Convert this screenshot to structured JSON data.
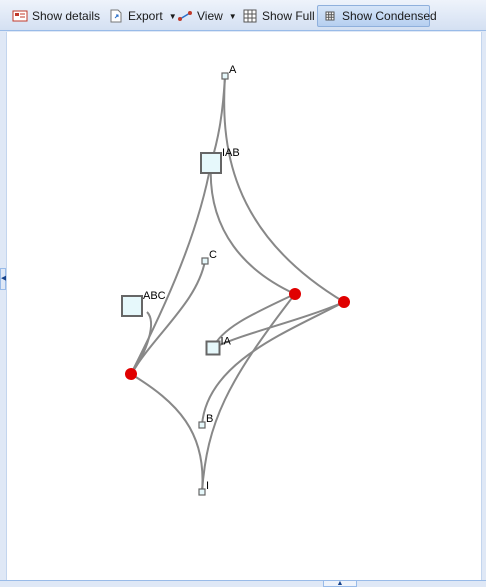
{
  "toolbar": {
    "show_details": "Show details",
    "export": "Export",
    "view": "View",
    "show_full": "Show Full",
    "show_condensed": "Show Condensed"
  },
  "graph": {
    "nodes": [
      {
        "id": "A",
        "label": "A",
        "kind": "small"
      },
      {
        "id": "IAB",
        "label": "IAB",
        "kind": "large"
      },
      {
        "id": "C",
        "label": "C",
        "kind": "small"
      },
      {
        "id": "ABC",
        "label": "ABC",
        "kind": "large"
      },
      {
        "id": "IA",
        "label": "IA",
        "kind": "medium"
      },
      {
        "id": "B",
        "label": "B",
        "kind": "small"
      },
      {
        "id": "I",
        "label": "I",
        "kind": "small"
      },
      {
        "id": "R1",
        "label": "",
        "kind": "hub"
      },
      {
        "id": "R2",
        "label": "",
        "kind": "hub"
      },
      {
        "id": "R3",
        "label": "",
        "kind": "hub"
      }
    ],
    "edges": [
      [
        "A",
        "R3"
      ],
      [
        "A",
        "IAB"
      ],
      [
        "IAB",
        "R1"
      ],
      [
        "IAB",
        "R2"
      ],
      [
        "C",
        "R1"
      ],
      [
        "ABC",
        "R1"
      ],
      [
        "IA",
        "R2"
      ],
      [
        "IA",
        "R3"
      ],
      [
        "B",
        "R3"
      ],
      [
        "I",
        "R1"
      ],
      [
        "I",
        "R2"
      ]
    ]
  },
  "colors": {
    "hub": "#e00000",
    "edge": "#888888",
    "node_fill": "#e6f8fb",
    "node_stroke": "#666666",
    "pressed_bg": "#c3d8f4"
  }
}
